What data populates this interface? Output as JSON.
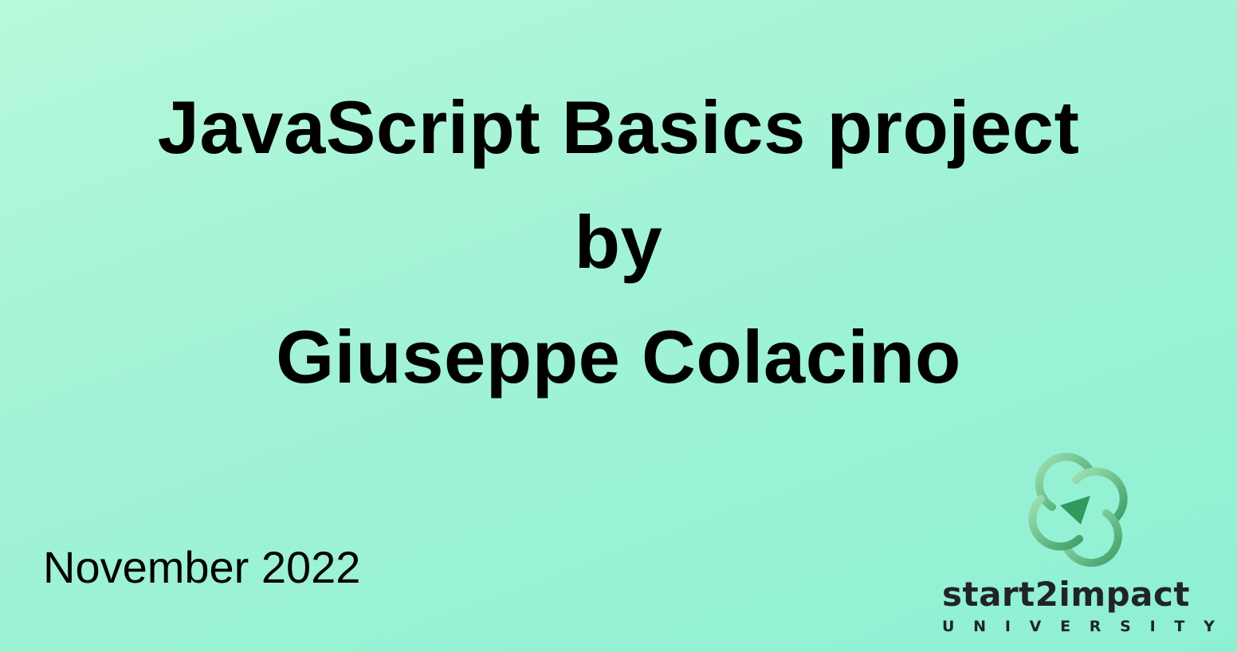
{
  "title": {
    "line1": "JavaScript Basics project",
    "line2": "by",
    "line3": "Giuseppe Colacino"
  },
  "date": "November 2022",
  "logo": {
    "wordmark": "start2impact",
    "subtitle_letters": [
      "U",
      "N",
      "I",
      "V",
      "E",
      "R",
      "S",
      "I",
      "T",
      "Y"
    ],
    "icon": "start2impact-logo-icon",
    "colors": {
      "green_light": "#8fd9a6",
      "green_dark": "#2f9a5e",
      "text": "#20242a"
    }
  },
  "colors": {
    "background_top": "#b6f8da",
    "background_bottom": "#8ef0d3",
    "text": "#000000"
  }
}
